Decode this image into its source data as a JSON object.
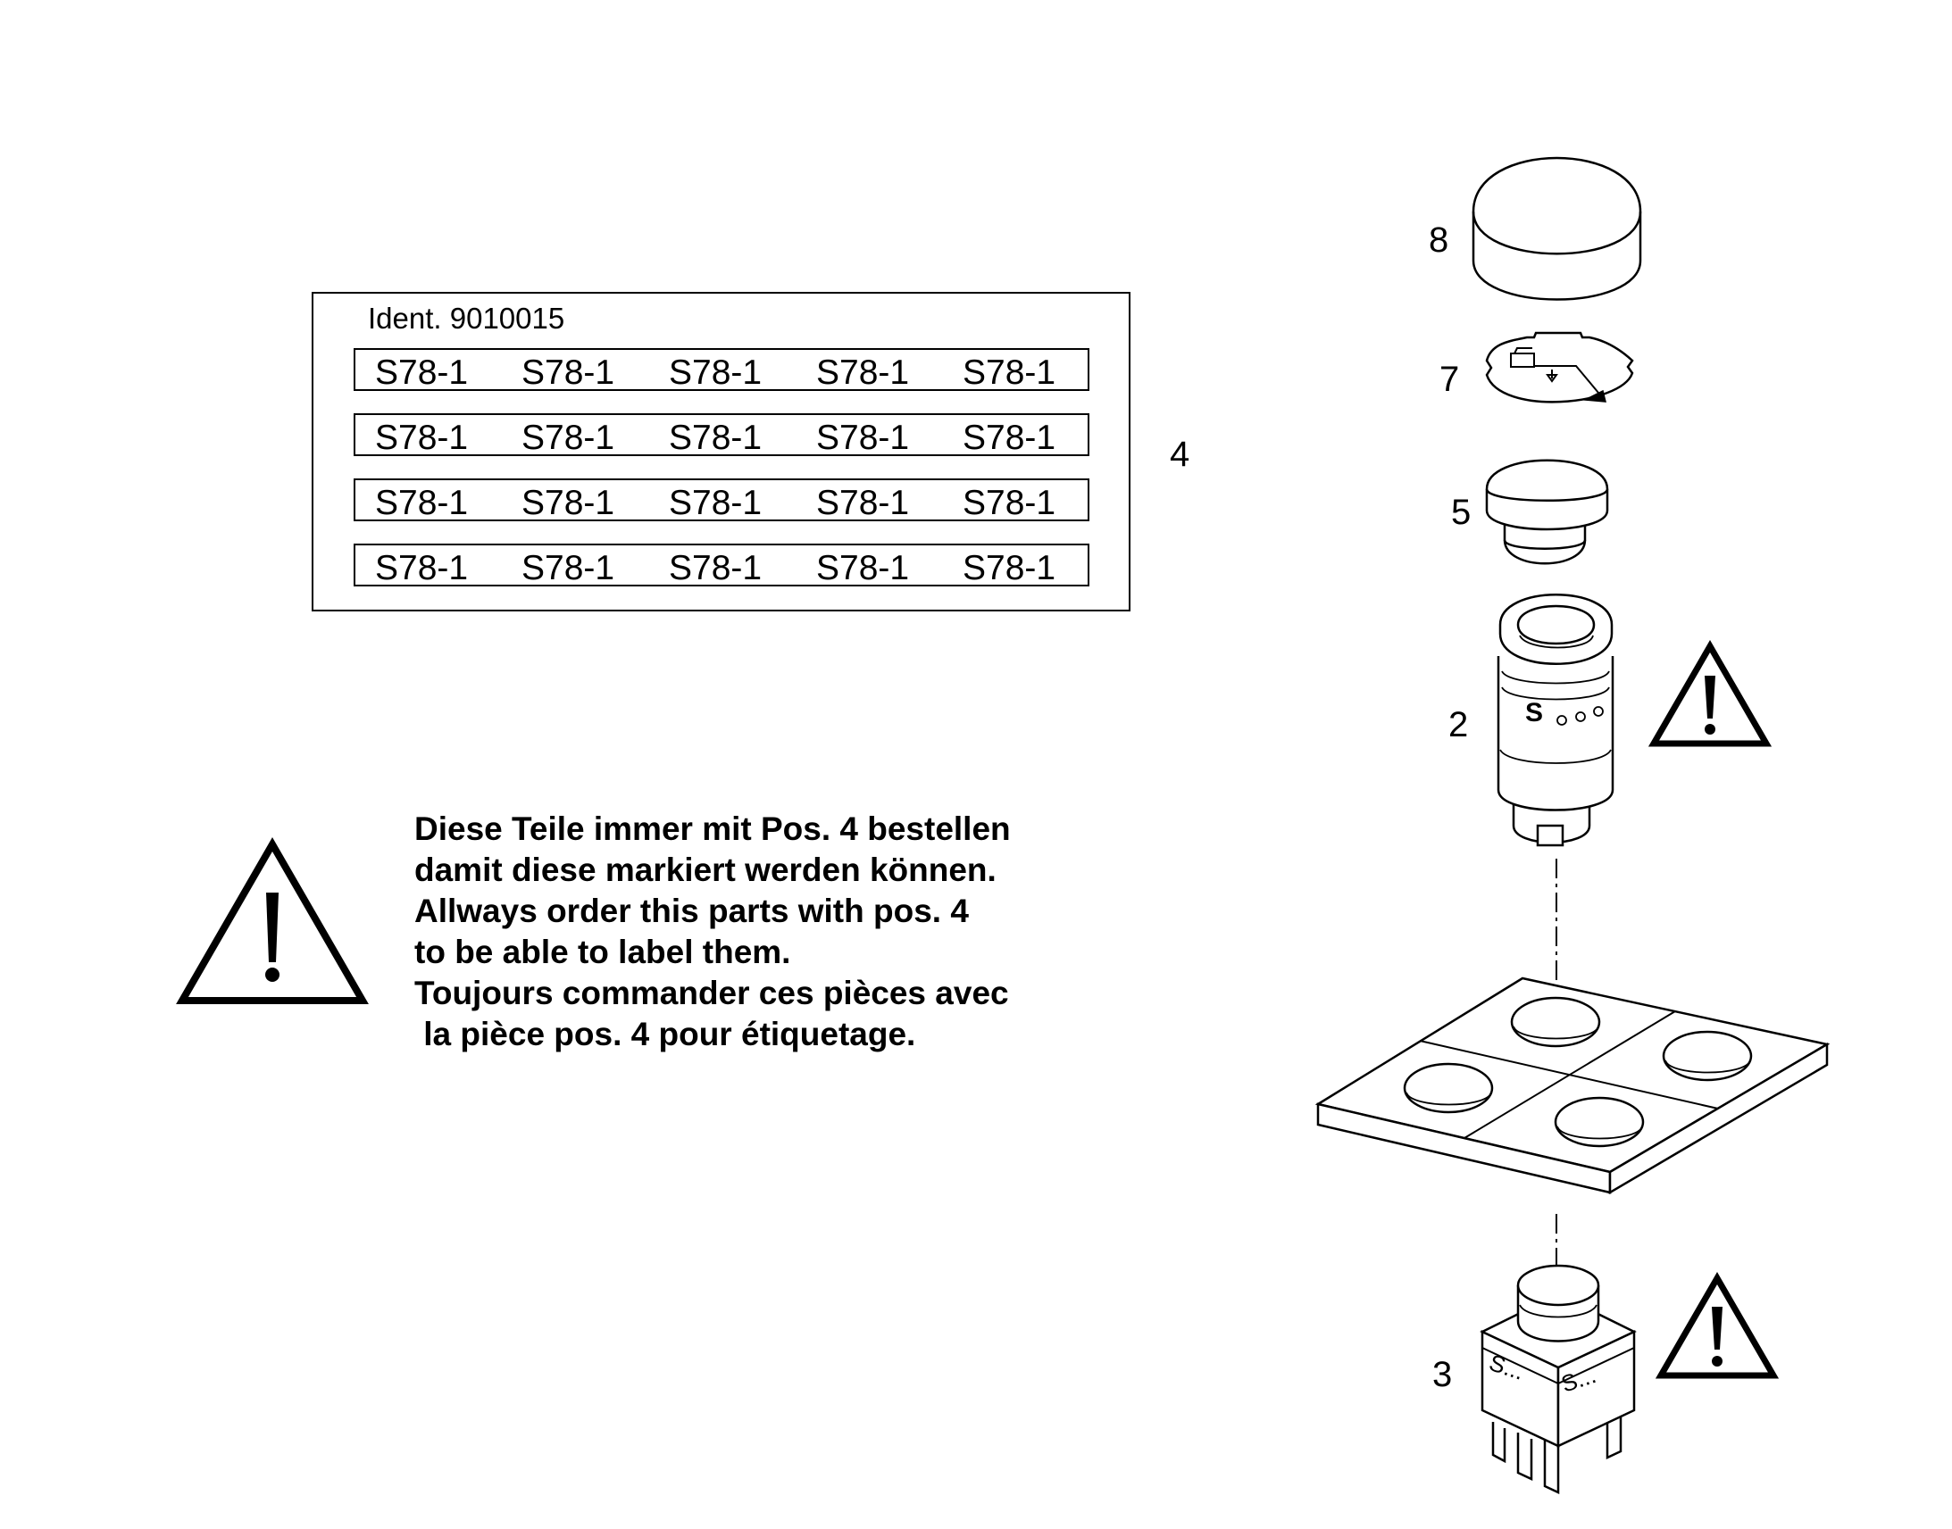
{
  "label_sheet": {
    "ident": "Ident. 9010015",
    "rows": [
      [
        "S78-1",
        "S78-1",
        "S78-1",
        "S78-1",
        "S78-1"
      ],
      [
        "S78-1",
        "S78-1",
        "S78-1",
        "S78-1",
        "S78-1"
      ],
      [
        "S78-1",
        "S78-1",
        "S78-1",
        "S78-1",
        "S78-1"
      ],
      [
        "S78-1",
        "S78-1",
        "S78-1",
        "S78-1",
        "S78-1"
      ]
    ]
  },
  "callouts": {
    "pos4": "4",
    "pos8": "8",
    "pos7": "7",
    "pos5": "5",
    "pos2": "2",
    "pos3": "3"
  },
  "part_markings": {
    "button_letter": "S",
    "switch_label_left": "S...",
    "switch_label_right": "S..."
  },
  "note": {
    "lines": [
      "Diese Teile immer mit Pos. 4 bestellen",
      "damit diese markiert werden können.",
      "Allways order this parts with pos. 4",
      "to be able to label them.",
      "Toujours commander ces pièces avec",
      " la pièce pos. 4 pour étiquetage."
    ]
  },
  "icons": {
    "warning": "warning-triangle-icon"
  }
}
